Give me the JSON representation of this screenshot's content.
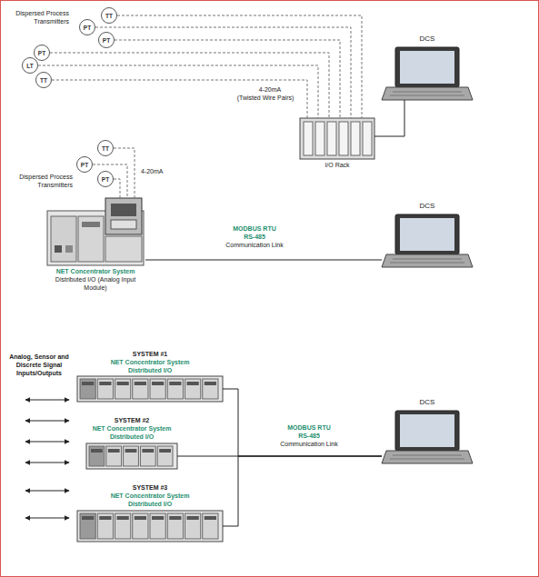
{
  "diagram": {
    "nodes": [
      {
        "text": [
          "TT"
        ]
      },
      {
        "text": [
          "PT"
        ]
      },
      {
        "text": [
          "PT"
        ]
      },
      {
        "text": [
          "PT"
        ]
      },
      {
        "text": [
          "LT"
        ]
      },
      {
        "text": [
          "TT"
        ]
      },
      {
        "text": [
          "I/O Rack"
        ]
      },
      {
        "text": [
          "DCS"
        ]
      },
      {
        "text": [
          "TT"
        ]
      },
      {
        "text": [
          "PT"
        ]
      },
      {
        "text": [
          "PT"
        ]
      },
      {
        "text": [
          "NET Concentrator System",
          "Distributed I/O (Analog Input Module)"
        ]
      },
      {
        "text": [
          "DCS"
        ]
      },
      {
        "text": [
          "SYSTEM #1",
          "NET Concentrator System Distributed I/O"
        ]
      },
      {
        "text": [
          "SYSTEM #2",
          "NET Concentrator System Distributed I/O"
        ]
      },
      {
        "text": [
          "SYSTEM #3",
          "NET Concentrator System Distributed I/O"
        ]
      },
      {
        "text": [
          "DCS"
        ]
      }
    ],
    "edges": [
      {
        "from": 0,
        "to": 6,
        "arrow": "none"
      },
      {
        "from": 1,
        "to": 6,
        "arrow": "none"
      },
      {
        "from": 2,
        "to": 6,
        "arrow": "none"
      },
      {
        "from": 3,
        "to": 6,
        "arrow": "none"
      },
      {
        "from": 4,
        "to": 6,
        "arrow": "none"
      },
      {
        "from": 5,
        "to": 6,
        "arrow": "none"
      },
      {
        "from": 6,
        "to": 7,
        "arrow": "none"
      },
      {
        "from": 8,
        "to": 11,
        "arrow": "none"
      },
      {
        "from": 9,
        "to": 11,
        "arrow": "none"
      },
      {
        "from": 10,
        "to": 11,
        "arrow": "none"
      },
      {
        "from": 11,
        "to": 12,
        "arrow": "none"
      },
      {
        "from": 13,
        "to": 16,
        "arrow": "none"
      },
      {
        "from": 14,
        "to": 16,
        "arrow": "none"
      },
      {
        "from": 15,
        "to": 16,
        "arrow": "none"
      }
    ],
    "labels": [
      "Dispersed Process Transmitters",
      "4-20mA",
      "(Twisted Wire Pairs)",
      "Dispersed Process Transmitters",
      "4-20mA",
      "MODBUS RTU",
      "RS-485",
      "Communication Link",
      "Analog, Sensor and Discrete Signal Inputs/Outputs",
      "MODBUS RTU",
      "RS-485",
      "Communication Link"
    ]
  }
}
